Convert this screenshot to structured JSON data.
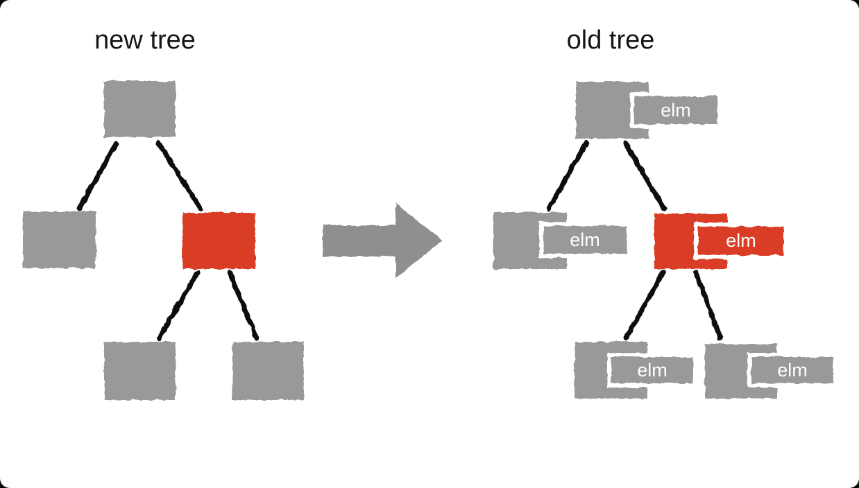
{
  "diagram": {
    "kind": "virtual-dom-diff-tree-diagram",
    "left_tree": {
      "title": "new tree",
      "nodes": [
        {
          "name": "root",
          "highlighted": false
        },
        {
          "name": "child-left",
          "highlighted": false
        },
        {
          "name": "child-right",
          "highlighted": true
        },
        {
          "name": "grandchild-left",
          "highlighted": false
        },
        {
          "name": "grandchild-right",
          "highlighted": false
        }
      ]
    },
    "right_tree": {
      "title": "old tree",
      "nodes": [
        {
          "name": "root",
          "highlighted": false,
          "tag": "elm"
        },
        {
          "name": "child-left",
          "highlighted": false,
          "tag": "elm"
        },
        {
          "name": "child-right",
          "highlighted": true,
          "tag": "elm"
        },
        {
          "name": "grandchild-left",
          "highlighted": false,
          "tag": "elm"
        },
        {
          "name": "grandchild-right",
          "highlighted": false,
          "tag": "elm"
        }
      ]
    },
    "arrow": {
      "direction": "right",
      "meaning": "transform"
    },
    "colors": {
      "node_gray": "#999999",
      "node_red": "#d93c26",
      "edge_black": "#0d0d0d",
      "arrow_gray": "#8f8f8f",
      "tag_border_white": "#ffffff",
      "tag_text_white": "#ffffff",
      "title_text": "#151515",
      "background": "#ffffff"
    }
  }
}
